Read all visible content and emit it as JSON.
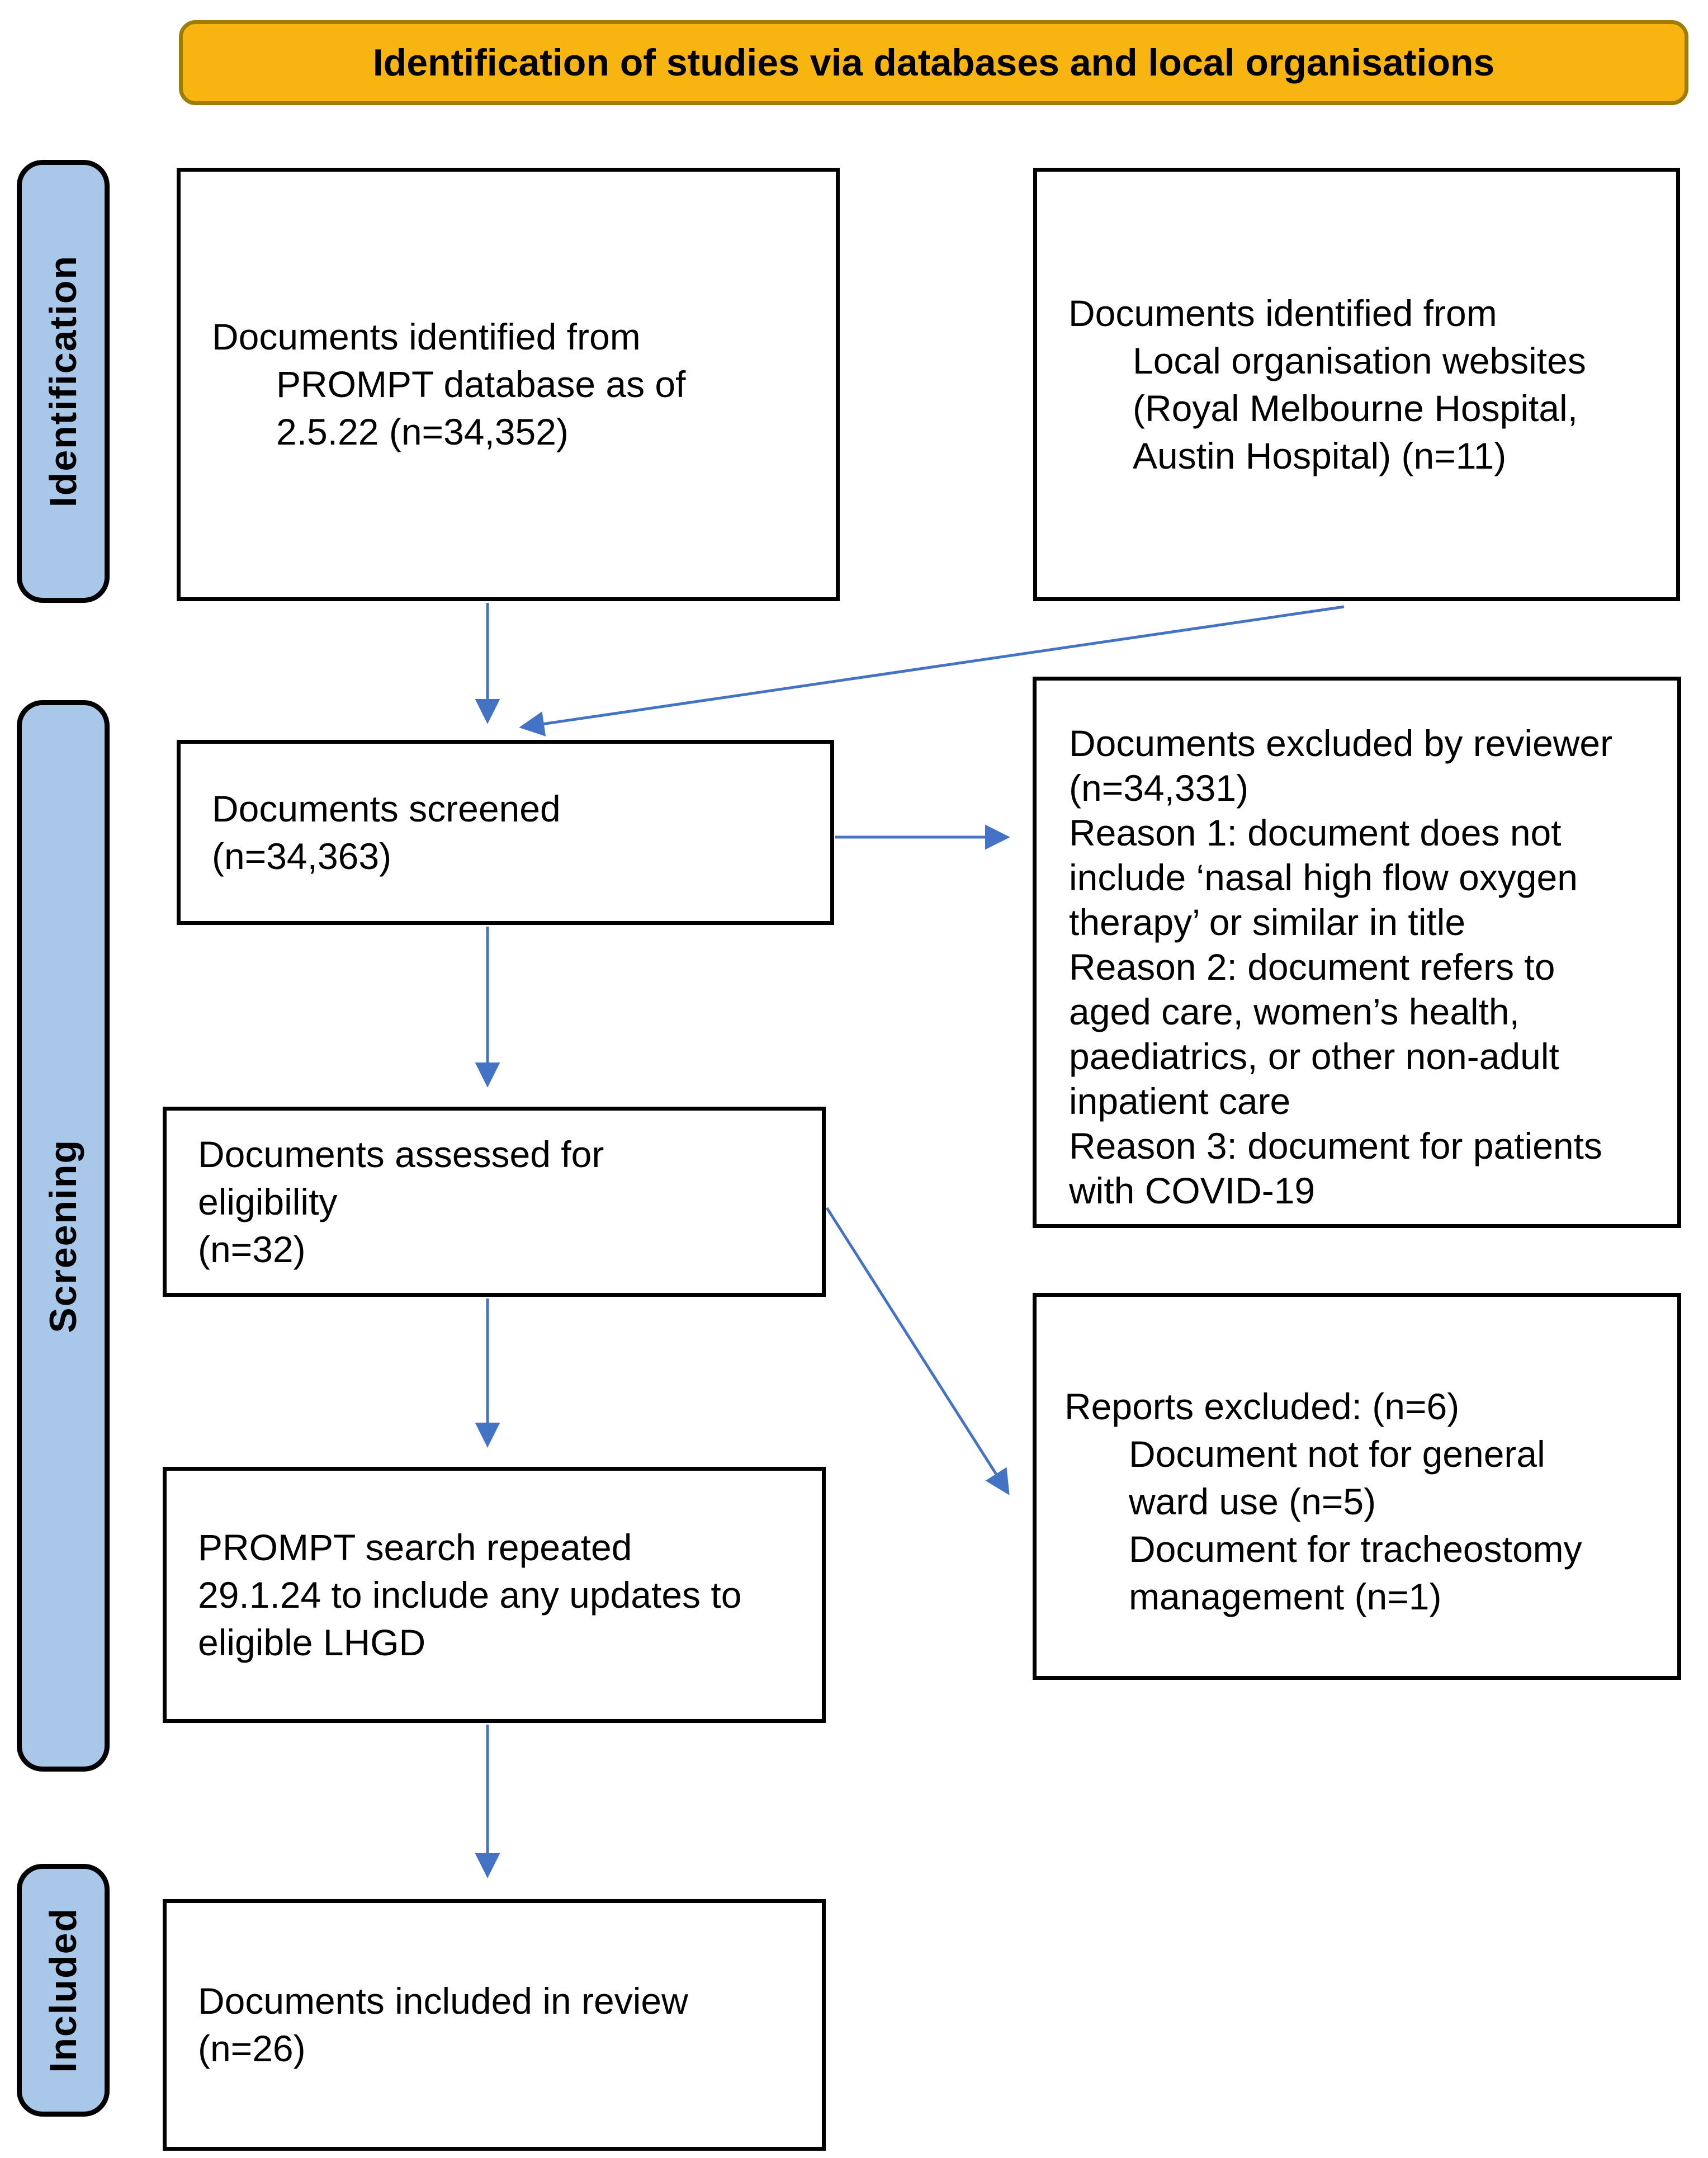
{
  "banner": {
    "title": "Identification of studies via databases and local organisations"
  },
  "stages": {
    "identification": "Identification",
    "screening": "Screening",
    "included": "Included"
  },
  "boxes": {
    "db_identified": {
      "lines": [
        "Documents identified from",
        "PROMPT database as of",
        "2.5.22 (n=34,352)"
      ]
    },
    "local_identified": {
      "lines": [
        "Documents identified from",
        "Local organisation websites",
        "(Royal Melbourne Hospital,",
        "Austin Hospital) (n=11)"
      ]
    },
    "screened": {
      "lines": [
        "Documents screened",
        "(n=34,363)"
      ]
    },
    "excluded_reviewer": {
      "lines": [
        "Documents excluded by reviewer",
        "(n=34,331)",
        "Reason 1: document does not",
        "include ‘nasal high flow oxygen",
        "therapy’ or similar in title",
        "Reason 2: document refers to",
        "aged care, women’s health,",
        "paediatrics, or other non-adult",
        "inpatient care",
        "Reason 3: document for patients",
        "with COVID-19"
      ]
    },
    "assessed": {
      "lines": [
        "Documents assessed for",
        "eligibility",
        "(n=32)"
      ]
    },
    "reports_excluded": {
      "lines": [
        "Reports excluded: (n=6)",
        "Document not for general",
        "ward use (n=5)",
        "Document for tracheostomy",
        "management (n=1)"
      ]
    },
    "search_repeated": {
      "lines": [
        "PROMPT search repeated",
        "29.1.24 to include any updates to",
        "eligible LHGD"
      ]
    },
    "included_review": {
      "lines": [
        "Documents included in review",
        "(n=26)"
      ]
    }
  },
  "colors": {
    "accent-blue": "#4472C4",
    "label-fill": "#A9C7E8",
    "banner-fill": "#F8B512",
    "banner-border": "#9C7E06",
    "box-border": "#000000",
    "page-bg": "#FFFFFF"
  }
}
